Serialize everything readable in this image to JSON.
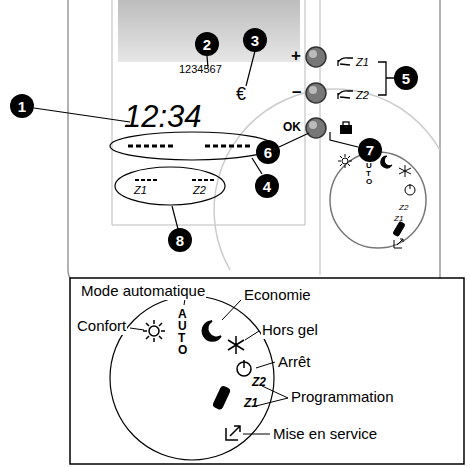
{
  "diagram": {
    "nodes": [
      {
        "text": [
          "1"
        ]
      },
      {
        "text": [
          "2"
        ]
      },
      {
        "text": [
          "3"
        ]
      },
      {
        "text": [
          "4"
        ]
      },
      {
        "text": [
          "5"
        ]
      },
      {
        "text": [
          "6"
        ]
      },
      {
        "text": [
          "7"
        ]
      },
      {
        "text": [
          "8"
        ]
      }
    ],
    "labels": [
      "12:34",
      "1234567",
      "€",
      "+",
      "–",
      "OK",
      "Z1",
      "Z2",
      "Z1",
      "Z2",
      "AUTO",
      "Z2",
      "Z1",
      "Mode automatique",
      "Economie",
      "Confort",
      "Hors gel",
      "Arrêt",
      "Programmation",
      "Mise en service",
      "AUTO",
      "Z2",
      "Z1"
    ]
  }
}
